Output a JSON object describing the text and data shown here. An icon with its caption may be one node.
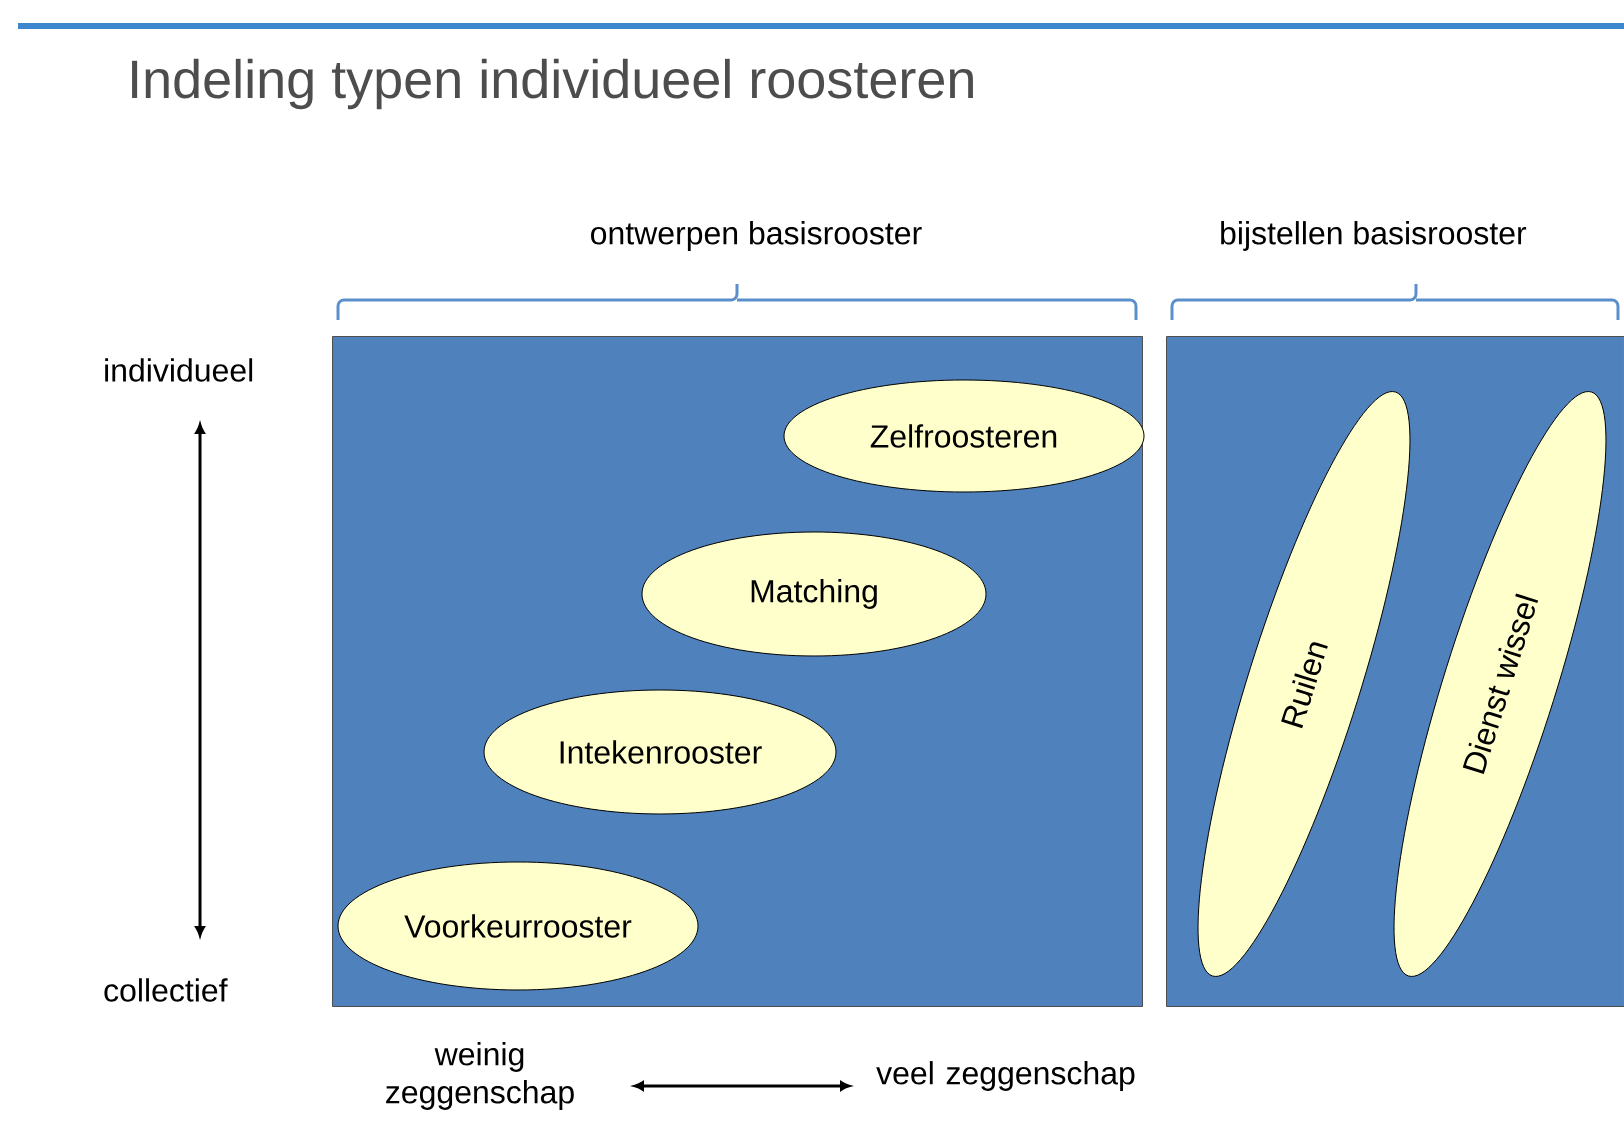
{
  "diagram": {
    "title": "Indeling typen individueel roosteren",
    "nodes": [
      {
        "text": [
          "ontwerpen basisrooster"
        ]
      },
      {
        "text": [
          "bijstellen basisrooster"
        ]
      },
      {
        "text": [
          "Zelfroosteren"
        ],
        "in": 0
      },
      {
        "text": [
          "Matching"
        ],
        "in": 0
      },
      {
        "text": [
          "Intekenrooster"
        ],
        "in": 0
      },
      {
        "text": [
          "Voorkeurrooster"
        ],
        "in": 0
      },
      {
        "text": [
          "Ruilen"
        ],
        "in": 1
      },
      {
        "text": [
          "Dienst wissel"
        ],
        "in": 1
      }
    ],
    "labels": [
      "individueel",
      "collectief",
      "weinig zeggenschap",
      "veel zeggenschap"
    ]
  }
}
